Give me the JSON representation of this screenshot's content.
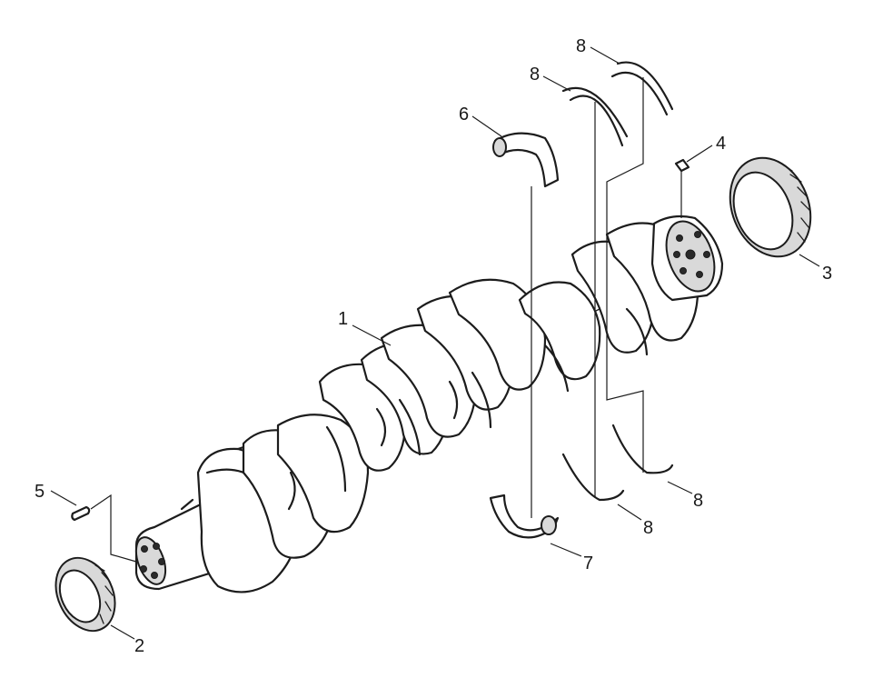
{
  "callouts": {
    "crankshaft": "1",
    "front_seal": "2",
    "rear_seal": "3",
    "rear_dowel": "4",
    "front_key": "5",
    "upper_main_bearing": "6",
    "lower_main_bearing": "7",
    "thrust_upper_a": "8",
    "thrust_upper_b": "8",
    "thrust_lower_a": "8",
    "thrust_lower_b": "8"
  },
  "colors": {
    "ink": "#1c1c1c",
    "background": "#ffffff",
    "shade": "#d9d9d9"
  }
}
